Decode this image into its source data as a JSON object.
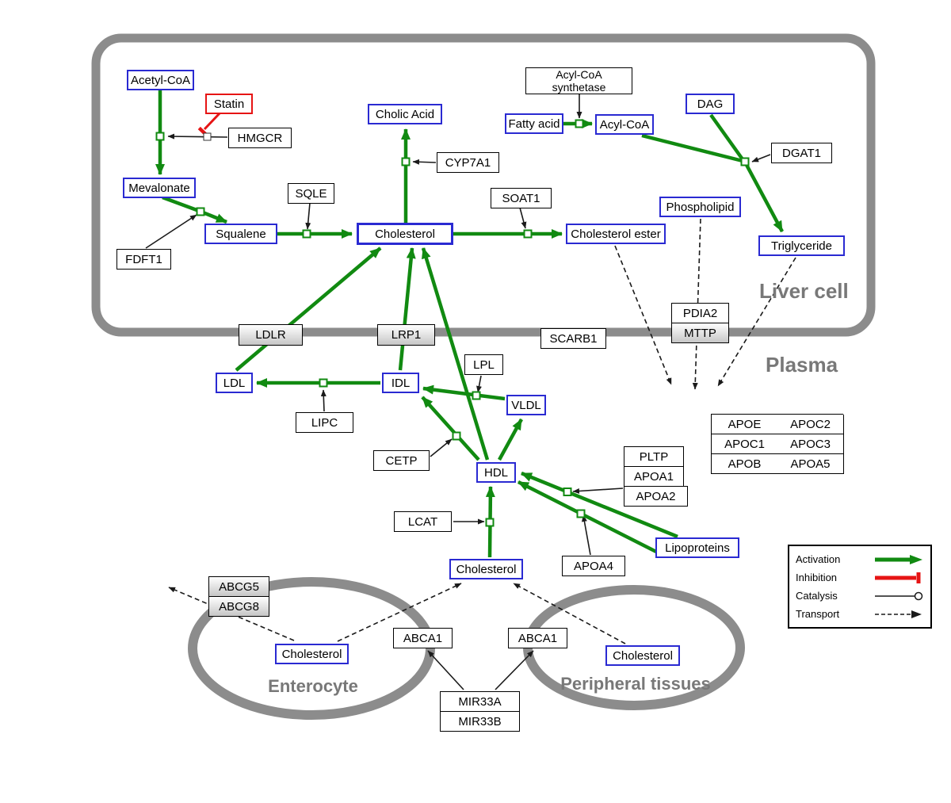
{
  "regions": {
    "liver_cell": "Liver cell",
    "plasma": "Plasma",
    "enterocyte": "Enterocyte",
    "peripheral_tissues": "Peripheral tissues"
  },
  "nodes": {
    "acetyl_coa": "Acetyl-CoA",
    "statin": "Statin",
    "hmgcr": "HMGCR",
    "mevalonate": "Mevalonate",
    "fdft1": "FDFT1",
    "squalene": "Squalene",
    "sqle": "SQLE",
    "cholesterol_liver": "Cholesterol",
    "cholic_acid": "Cholic Acid",
    "cyp7a1": "CYP7A1",
    "soat1": "SOAT1",
    "cholesterol_ester": "Cholesterol ester",
    "fatty_acid": "Fatty acid",
    "acyl_coa_synthetase": "Acyl-CoA synthetase",
    "acyl_coa": "Acyl-CoA",
    "dag": "DAG",
    "dgat1": "DGAT1",
    "phospholipid": "Phospholipid",
    "triglyceride": "Triglyceride",
    "ldlr": "LDLR",
    "lrp1": "LRP1",
    "scarb1": "SCARB1",
    "pdia2": "PDIA2",
    "mttp": "MTTP",
    "ldl": "LDL",
    "idl": "IDL",
    "vldl": "VLDL",
    "lipc": "LIPC",
    "lpl": "LPL",
    "cetp": "CETP",
    "hdl": "HDL",
    "pltp": "PLTP",
    "apoa1": "APOA1",
    "apoa2": "APOA2",
    "lcat": "LCAT",
    "apoa4": "APOA4",
    "lipoproteins": "Lipoproteins",
    "cholesterol_plasma": "Cholesterol",
    "abcg5": "ABCG5",
    "abcg8": "ABCG8",
    "cholesterol_enterocyte": "Cholesterol",
    "abca1_left": "ABCA1",
    "abca1_right": "ABCA1",
    "cholesterol_peripheral": "Cholesterol",
    "mir33a": "MIR33A",
    "mir33b": "MIR33B"
  },
  "apo_table": {
    "rows": [
      [
        "APOE",
        "APOC2"
      ],
      [
        "APOC1",
        "APOC3"
      ],
      [
        "APOB",
        "APOA5"
      ]
    ]
  },
  "legend": {
    "activation": "Activation",
    "inhibition": "Inhibition",
    "catalysis": "Catalysis",
    "transport": "Transport"
  },
  "colors": {
    "activation_green": "#118a11",
    "inhibition_red": "#e61414",
    "metabolite_blue": "#2a2ad2",
    "region_gray": "#8c8c8c"
  }
}
